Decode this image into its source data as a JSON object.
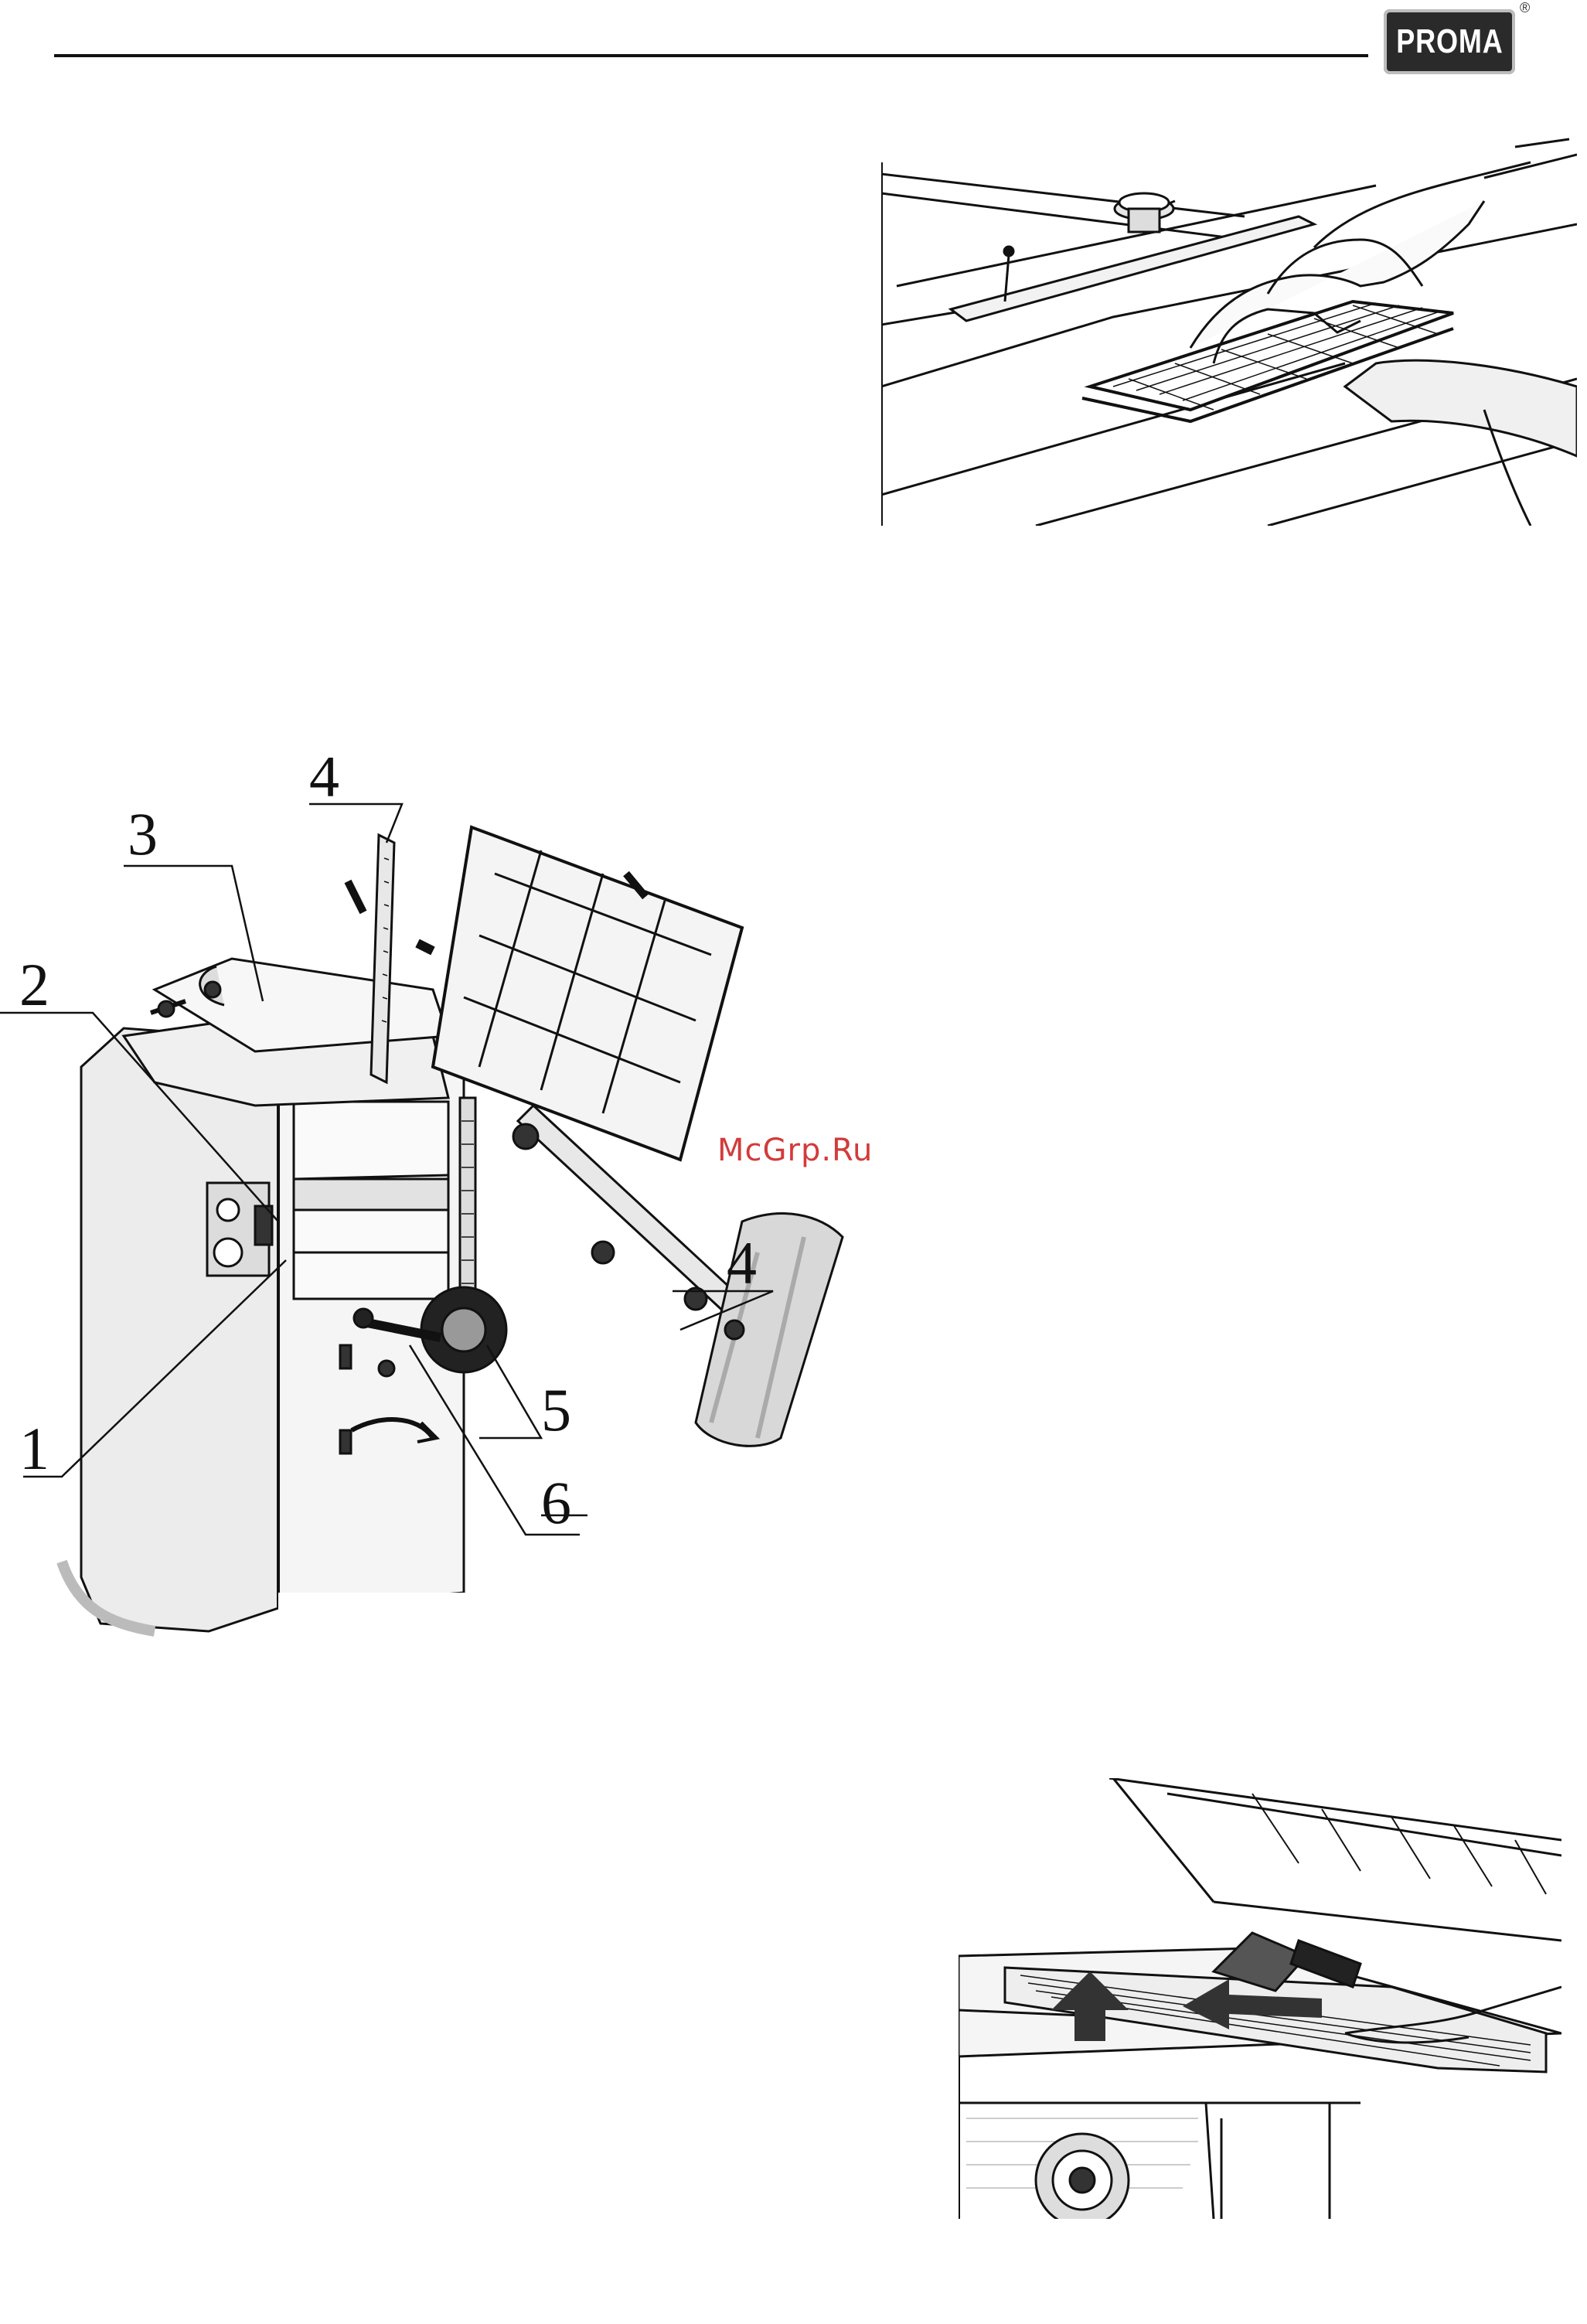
{
  "header": {
    "logo_text": "PROMA",
    "registered_mark": "®"
  },
  "machine_figure": {
    "callouts": [
      "1",
      "2",
      "3",
      "4",
      "4",
      "5",
      "6"
    ]
  },
  "watermark": {
    "text": "McGrp.Ru"
  },
  "colors": {
    "ink": "#111111",
    "watermark": "#d23b3b",
    "logo_bg": "#2a2a2a"
  }
}
